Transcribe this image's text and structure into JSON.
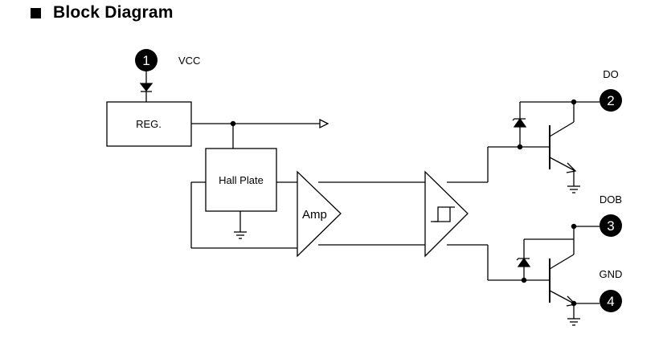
{
  "heading": {
    "title": "Block Diagram"
  },
  "blocks": {
    "regulator": "REG.",
    "hall_plate": "Hall Plate",
    "amplifier": "Amp"
  },
  "pins": [
    {
      "number": "1",
      "label": "VCC"
    },
    {
      "number": "2",
      "label": "DO"
    },
    {
      "number": "3",
      "label": "DOB"
    },
    {
      "number": "4",
      "label": "GND"
    }
  ]
}
